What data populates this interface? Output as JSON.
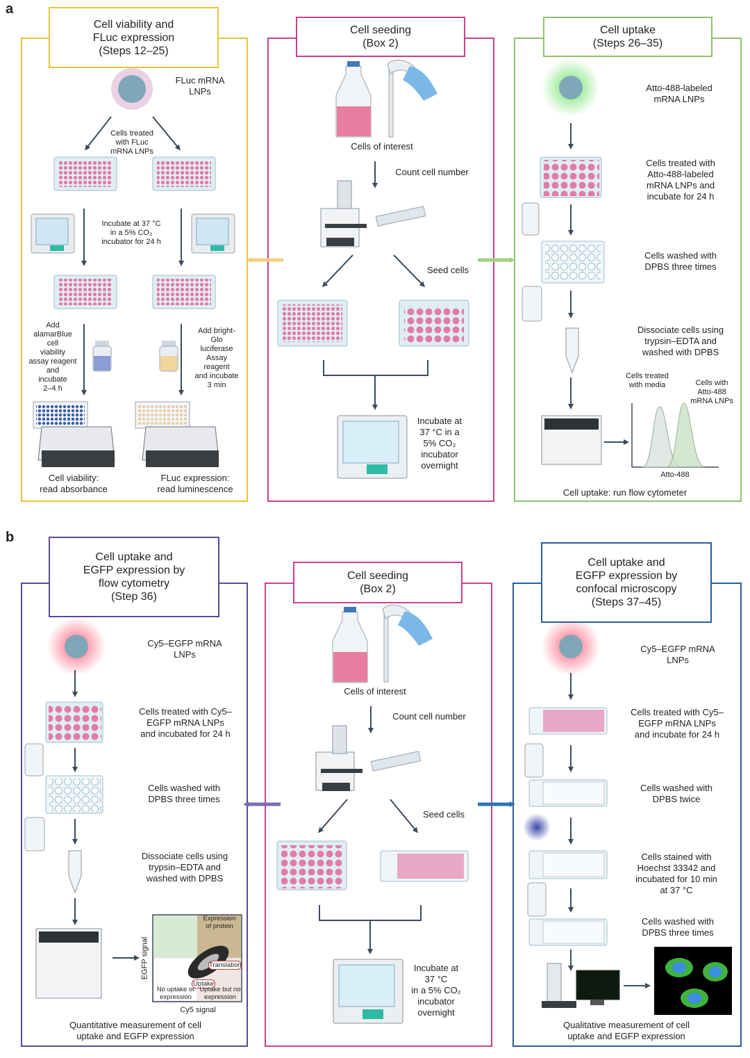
{
  "panel_a": {
    "letter": "a",
    "left": {
      "title": "Cell viability and\nFLuc expression\n(Steps 12–25)",
      "lnp_label": "FLuc mRNA\nLNPs",
      "split_label": "Cells treated\nwith FLuc\nmRNA LNPs",
      "incubate_label": "Incubate at 37 °C\nin a 5% CO₂\nincubator for 24 h",
      "alamar_label": "Add\nalamarBlue\ncell\nviability\nassay reagent\nand\nincubate\n2–4 h",
      "brightglo_label": "Add bright-\nGlo\nluciferase\nAssay\nreagent\nand incubate\n3 min",
      "viability_result": "Cell viability:\nread absorbance",
      "fluc_result": "FLuc expression:\nread luminescence"
    },
    "middle": {
      "title": "Cell seeding\n(Box 2)",
      "cells_label": "Cells of interest",
      "count_label": "Count cell number",
      "seed_label": "Seed cells",
      "incubate_label": "Incubate at\n37 °C in a\n5% CO₂\nincubator\novernight"
    },
    "right": {
      "title": "Cell uptake\n(Steps 26–35)",
      "lnp_label": "Atto-488-labeled\nmRNA LNPs",
      "treated_label": "Cells treated with\nAtto-488-labeled\nmRNA LNPs and\nincubate for 24 h",
      "washed_label": "Cells washed with\nDPBS three times",
      "dissociate_label": "Dissociate cells using\ntrypsin–EDTA and\nwashed with DPBS",
      "media_label": "Cells treated\nwith media",
      "atto_lnp_label": "Cells with\nAtto-488\nmRNA LNPs",
      "axis_label": "Atto-488",
      "result": "Cell uptake: run flow cytometer"
    }
  },
  "panel_b": {
    "letter": "b",
    "left": {
      "title": "Cell uptake and\nEGFP expression by\nflow cytometry\n(Step 36)",
      "lnp_label": "Cy5–EGFP mRNA\nLNPs",
      "treated_label": "Cells treated with Cy5–\nEGFP mRNA LNPs\nand incubated for 24 h",
      "washed_label": "Cells washed with\nDPBS three times",
      "dissociate_label": "Dissociate cells using\ntrypsin–EDTA and\nwashed with DPBS",
      "q_expression": "Expression\nof protein",
      "q_translation": "Translation",
      "q_uptake": "Uptake",
      "q_none": "No uptake or\nexpression",
      "q_uptake_noexp": "Uptake but no\nexpression",
      "y_axis": "EGFP signal",
      "x_axis": "Cy5 signal",
      "result": "Quantitative measurement of cell\nuptake and EGFP expression"
    },
    "middle": {
      "title": "Cell seeding\n(Box 2)",
      "cells_label": "Cells of interest",
      "count_label": "Count cell number",
      "seed_label": "Seed cells",
      "incubate_label": "Incubate at\n37 °C\nin a 5% CO₂\nincubator\novernight"
    },
    "right": {
      "title": "Cell uptake and\nEGFP expression by\nconfocal microscopy\n(Steps 37–45)",
      "lnp_label": "Cy5–EGFP mRNA\nLNPs",
      "treated_label": "Cells treated with Cy5–\nEGFP mRNA LNPs\nand incubate for 24 h",
      "washed_twice_label": "Cells washed with\nDPBS twice",
      "stained_label": "Cells stained with\nHoechst 33342 and\nincubated for 10 min\nat 37 °C",
      "washed_three_label": "Cells washed with\nDPBS three times",
      "result": "Qualitative measurement of cell\nuptake and EGFP expression"
    }
  },
  "colors": {
    "yellow": "#e9c33a",
    "magenta": "#c8418e",
    "green": "#8dc36f",
    "purple": "#5d4894",
    "blue": "#2a5d9b",
    "arrow": "#3d4a5c",
    "well": "#e27ba6"
  }
}
